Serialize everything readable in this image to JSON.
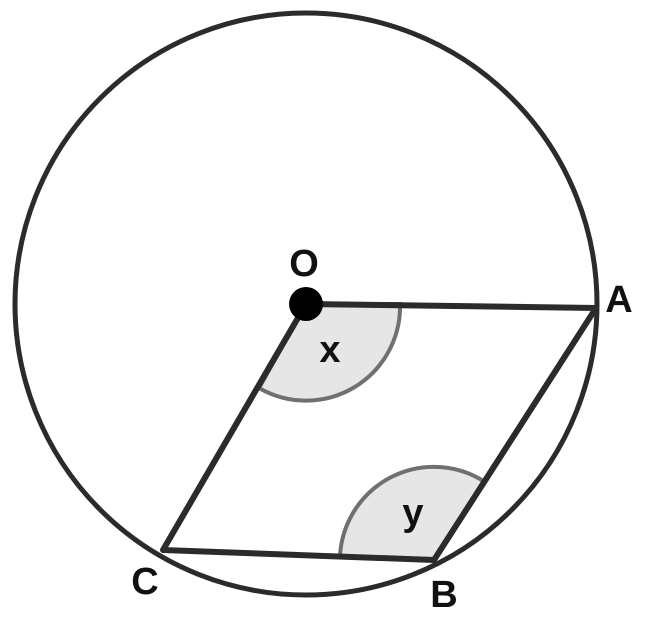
{
  "diagram": {
    "points": {
      "O": "O",
      "A": "A",
      "B": "B",
      "C": "C"
    },
    "angles": {
      "x": "x",
      "y": "y"
    },
    "colors": {
      "stroke": "#2b2b2b",
      "angle_fill": "#e6e6e6",
      "angle_stroke": "#707070",
      "center_dot": "#000000",
      "text": "#111111"
    }
  }
}
